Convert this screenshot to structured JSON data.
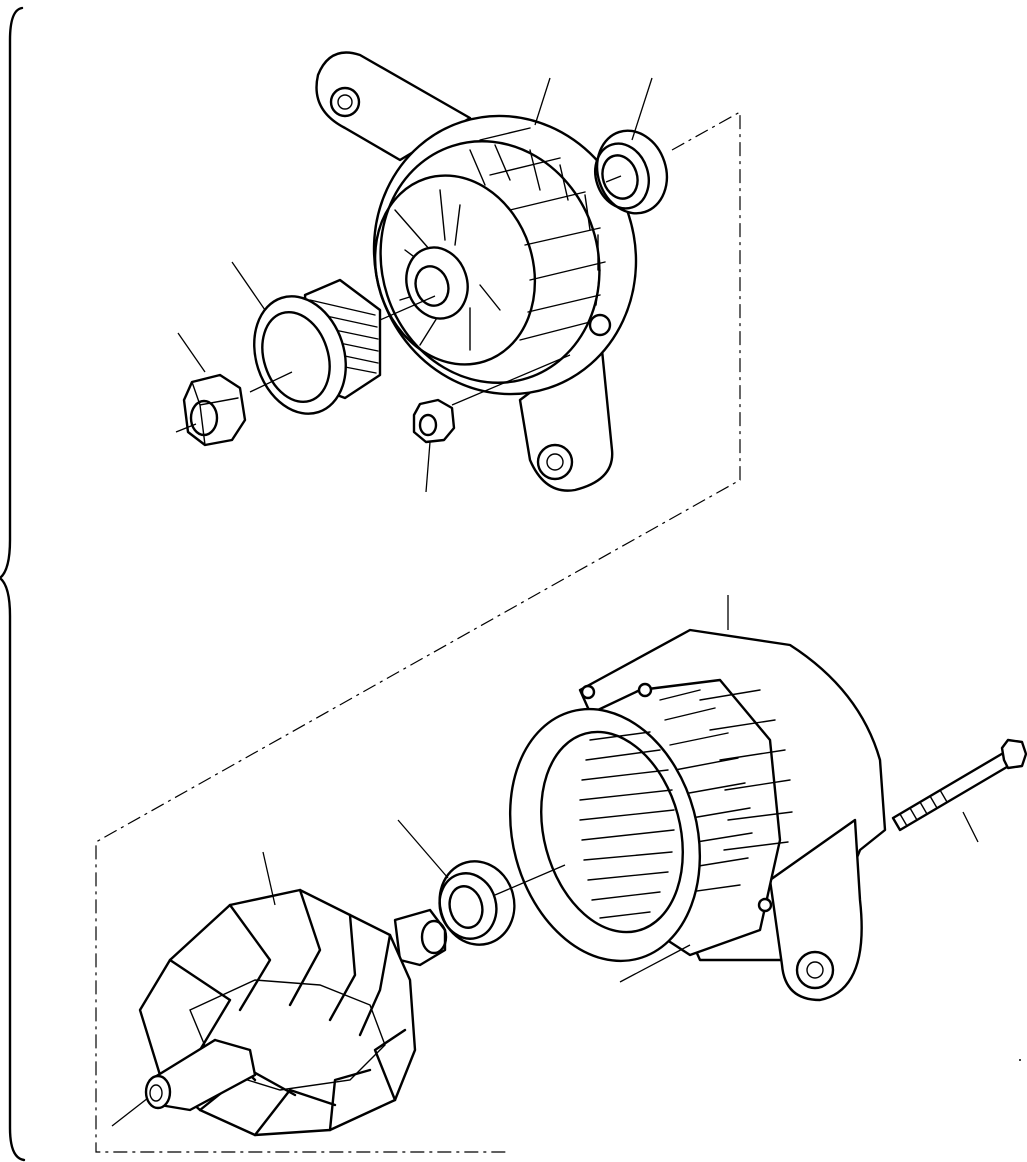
{
  "diagram": {
    "kind": "exploded-parts-view",
    "subject": "alternator",
    "text_labels": [],
    "parts": [
      {
        "id": "front-bracket",
        "icon": "bracket-icon"
      },
      {
        "id": "front-bearing",
        "icon": "bearing-icon"
      },
      {
        "id": "pulley",
        "icon": "pulley-icon"
      },
      {
        "id": "pulley-nut",
        "icon": "nut-icon"
      },
      {
        "id": "bracket-nut",
        "icon": "nut-icon"
      },
      {
        "id": "stator-rear-housing",
        "icon": "housing-icon"
      },
      {
        "id": "through-bolt",
        "icon": "bolt-icon"
      },
      {
        "id": "rear-bearing",
        "icon": "bearing-icon"
      },
      {
        "id": "rotor",
        "icon": "rotor-icon"
      }
    ],
    "colors": {
      "ink": "#000000",
      "paper": "#ffffff"
    }
  }
}
